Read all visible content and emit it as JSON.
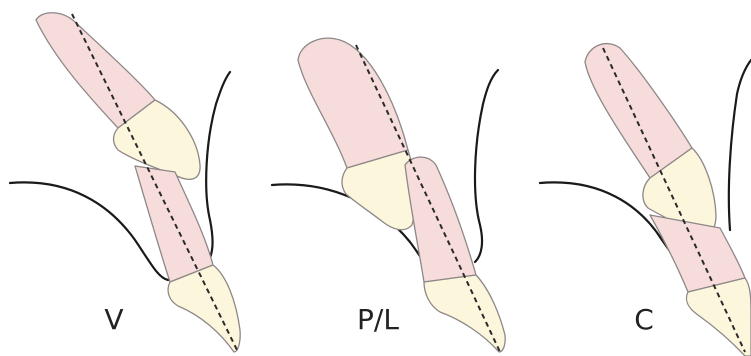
{
  "panels": [
    {
      "id": "v",
      "label": "V"
    },
    {
      "id": "pl",
      "label": "P/L"
    },
    {
      "id": "c",
      "label": "C"
    }
  ],
  "colors": {
    "root": "#f7dcdc",
    "crown": "#fbf6dc",
    "outline": "#8e8787",
    "axis_line": "#2a2a2a",
    "gum_line": "#1a1a1a"
  }
}
